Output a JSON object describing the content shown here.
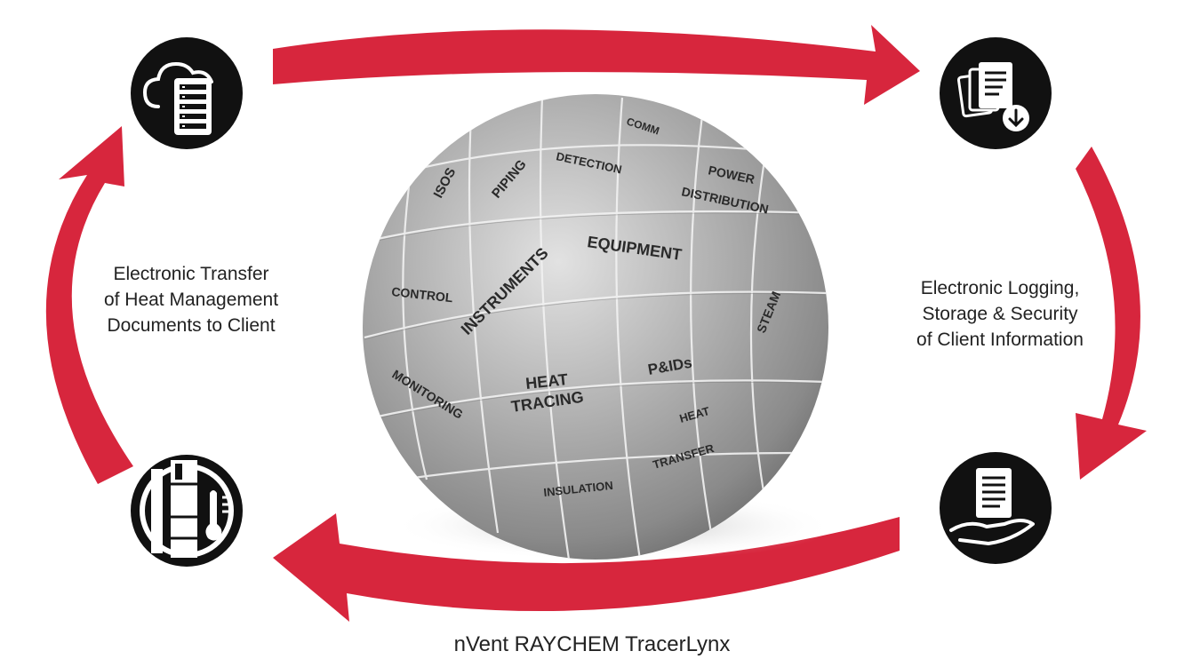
{
  "captions": {
    "left": [
      "Electronic Transfer",
      "of Heat Management",
      "Documents to Client"
    ],
    "right": [
      "Electronic Logging,",
      "Storage & Security",
      "of Client Information"
    ]
  },
  "footer": {
    "title": "nVent RAYCHEM TracerLynx"
  },
  "globe": {
    "pieces": {
      "isos": "ISOS",
      "piping": "PIPING",
      "detection": "DETECTION",
      "comm": "COMM",
      "power": "POWER",
      "distribution": "DISTRIBUTION",
      "equipment": "EQUIPMENT",
      "instruments": "INSTRUMENTS",
      "control": "CONTROL",
      "steam": "STEAM",
      "pids": "P&IDs",
      "heat": "HEAT",
      "tracing": "TRACING",
      "monitoring": "MONITORING",
      "heat2": "HEAT",
      "transfer": "TRANSFER",
      "insulation": "INSULATION"
    }
  },
  "icons": {
    "top_left": "cloud-server-icon",
    "top_right": "document-download-icon",
    "bottom_right": "document-hand-icon",
    "bottom_left": "heat-trace-thermometer-icon"
  },
  "colors": {
    "arrow": "#d7263d",
    "icon_circle": "#111111",
    "globe": "#a9a9a9"
  }
}
